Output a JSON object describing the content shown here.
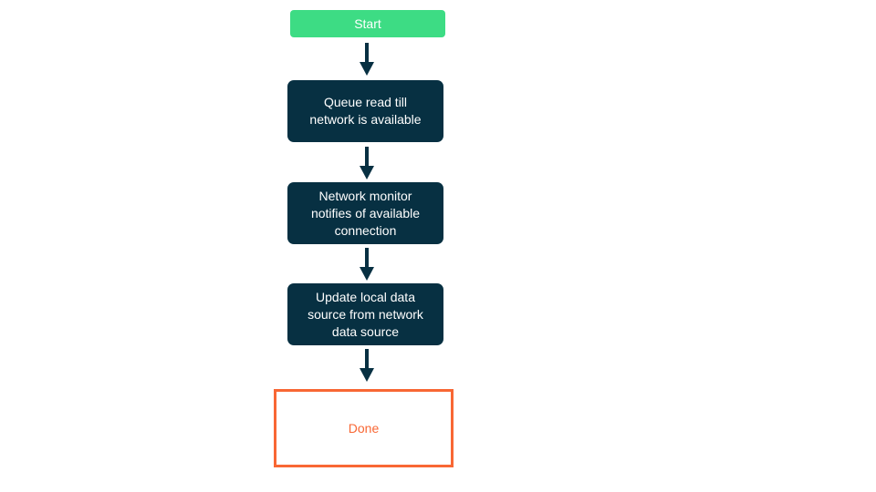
{
  "flowchart": {
    "nodes": [
      {
        "id": "start",
        "type": "start",
        "label": "Start"
      },
      {
        "id": "queue-read",
        "type": "process",
        "label": "Queue read till network is available"
      },
      {
        "id": "network-monitor",
        "type": "process",
        "label": "Network monitor notifies of available connection"
      },
      {
        "id": "update-local",
        "type": "process",
        "label": "Update local data source from network data source"
      },
      {
        "id": "done",
        "type": "terminal",
        "label": "Done"
      }
    ],
    "edges": [
      {
        "from": "start",
        "to": "queue-read"
      },
      {
        "from": "queue-read",
        "to": "network-monitor"
      },
      {
        "from": "network-monitor",
        "to": "update-local"
      },
      {
        "from": "update-local",
        "to": "done"
      }
    ],
    "colors": {
      "start_fill": "#3DDC84",
      "start_text": "#FFFFFF",
      "process_fill": "#073042",
      "process_text": "#FFFFFF",
      "terminal_border": "#F86734",
      "terminal_text": "#F86734",
      "arrow": "#073042",
      "background": "#FFFFFF"
    }
  }
}
